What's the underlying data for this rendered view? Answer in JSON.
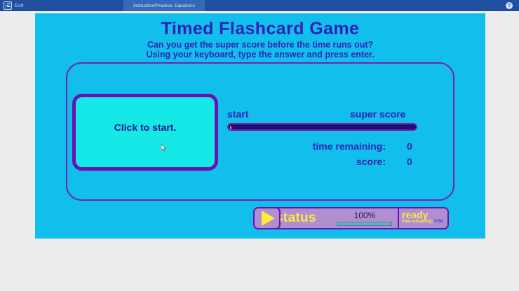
{
  "topbar": {
    "exit_label": "Exit",
    "exit_icon": "exit-icon",
    "tab_label": "Instruction/Practice: Equations",
    "help_icon": "?",
    "bar_color": "#1f4f9e",
    "tab_color": "#3569b5"
  },
  "game": {
    "title": "Timed Flashcard Game",
    "subtitle_line1": "Can you get the super score before the time runs out?",
    "subtitle_line2": "Using your keyboard, type the answer and press enter.",
    "start_card_label": "Click to start.",
    "meter": {
      "start_label": "start",
      "super_label": "super score",
      "fill_percent": 0
    },
    "stats": [
      {
        "label": "time remaining:",
        "value": "0"
      },
      {
        "label": "score:",
        "value": "0"
      }
    ],
    "colors": {
      "background": "#12beec",
      "card": "#16e8e8",
      "purple": "#6a12b0",
      "title_blue": "#2f24b4",
      "meter_fill": "#1a1070"
    }
  },
  "statusbar": {
    "status_label": "status",
    "progress_percent": "100%",
    "progress_value": 100,
    "state_label": "ready",
    "time_remaining_label": "time remaining:",
    "time_remaining_value": "0:54",
    "play_icon": "play-triangle-icon",
    "panel_color": "#b08fd0",
    "accent_yellow": "#ffe93d"
  }
}
